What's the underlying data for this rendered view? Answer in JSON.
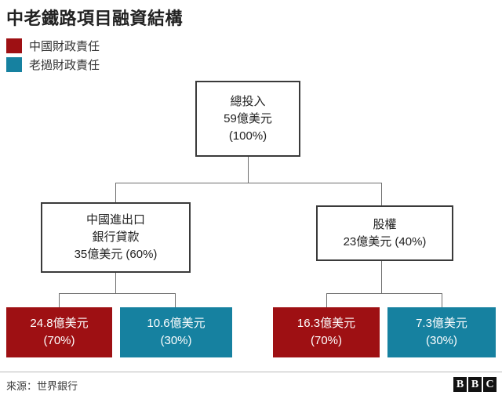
{
  "title": "中老鐵路項目融資結構",
  "colors": {
    "china": "#9e1013",
    "laos": "#1681a0",
    "box_border": "#3a3a3a",
    "connector": "#6e6e6e",
    "text_dark": "#222222"
  },
  "legend": {
    "items": [
      {
        "label": "中國財政責任",
        "color": "#9e1013",
        "swatch_name": "legend-swatch-china"
      },
      {
        "label": "老撾財政責任",
        "color": "#1681a0",
        "swatch_name": "legend-swatch-laos"
      }
    ]
  },
  "nodes": {
    "total": {
      "line1": "總投入",
      "line2": "59億美元",
      "line3": "(100%)"
    },
    "loan": {
      "line1": "中國進出口",
      "line2": "銀行貸款",
      "line3": "35億美元 (60%)"
    },
    "equity": {
      "line1": "股權",
      "line2": "23億美元 (40%)"
    },
    "loan_china": {
      "line1": "24.8億美元",
      "line2": "(70%)"
    },
    "loan_laos": {
      "line1": "10.6億美元",
      "line2": "(30%)"
    },
    "equity_china": {
      "line1": "16.3億美元",
      "line2": "(70%)"
    },
    "equity_laos": {
      "line1": "7.3億美元",
      "line2": "(30%)"
    }
  },
  "chart_data": {
    "type": "diagram",
    "title": "中老鐵路項目融資結構",
    "structure": "tree",
    "root": {
      "label": "總投入",
      "amount": "59億美元",
      "share": "100%",
      "children": [
        {
          "label": "中國進出口銀行貸款",
          "amount": "35億美元",
          "share": "60%",
          "children": [
            {
              "amount": "24.8億美元",
              "share": "70%",
              "responsible": "中國財政責任",
              "color": "#9e1013"
            },
            {
              "amount": "10.6億美元",
              "share": "30%",
              "responsible": "老撾財政責任",
              "color": "#1681a0"
            }
          ]
        },
        {
          "label": "股權",
          "amount": "23億美元",
          "share": "40%",
          "children": [
            {
              "amount": "16.3億美元",
              "share": "70%",
              "responsible": "中國財政責任",
              "color": "#9e1013"
            },
            {
              "amount": "7.3億美元",
              "share": "30%",
              "responsible": "老撾財政責任",
              "color": "#1681a0"
            }
          ]
        }
      ]
    },
    "legend": [
      "中國財政責任",
      "老撾財政責任"
    ],
    "units": "億美元 (hundred million USD)"
  },
  "footer": {
    "source": "來源：世界銀行",
    "logo": [
      "B",
      "B",
      "C"
    ]
  }
}
